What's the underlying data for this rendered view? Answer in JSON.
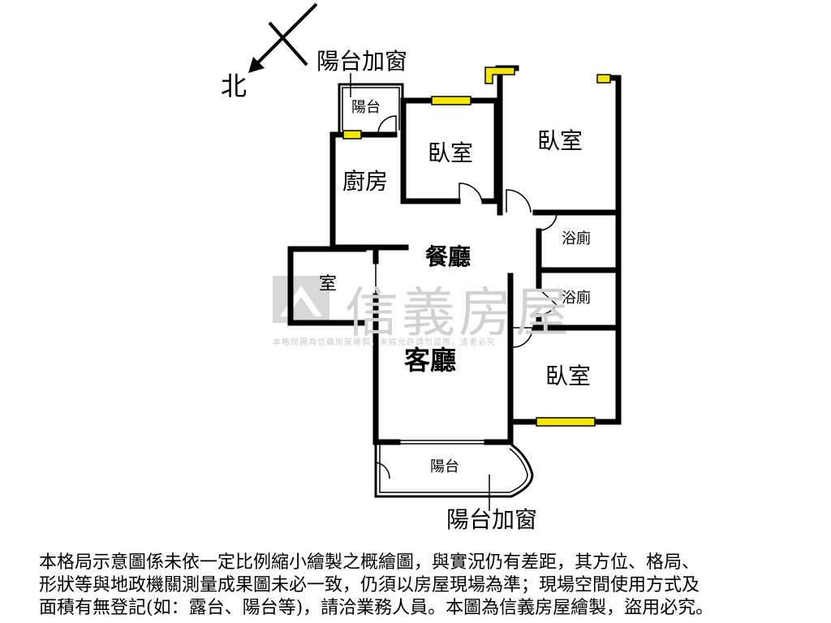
{
  "compass": {
    "north_label": "北"
  },
  "labels": {
    "balcony_window_top": "陽台加窗",
    "balcony_top": "陽台",
    "kitchen": "廚房",
    "bedroom_1": "臥室",
    "bedroom_2": "臥室",
    "bathroom_1": "浴廁",
    "bathroom_2": "浴廁",
    "dining_room": "餐廳",
    "room": "室",
    "living_room": "客廳",
    "bedroom_3": "臥室",
    "balcony_bottom": "陽台",
    "balcony_window_bottom": "陽台加窗"
  },
  "watermark": {
    "brand": "信義房屋",
    "notice": "本格局圖為信義房屋繪製，未經允許請勿盜用，違者必究"
  },
  "disclaimer": {
    "line1": "本格局示意圖係未依一定比例縮小繪製之概繪圖，與實況仍有差距，其方位、格局、",
    "line2": "形狀等與地政機關測量成果圖未必一致，仍須以房屋現場為準；現場空間使用方式及",
    "line3": "面積有無登記(如：露台、陽台等)，請洽業務人員。本圖為信義房屋繪製，盜用必究。"
  },
  "colors": {
    "wall": "#000000",
    "window": "#f2e600",
    "watermark": "#d2d2d2"
  }
}
